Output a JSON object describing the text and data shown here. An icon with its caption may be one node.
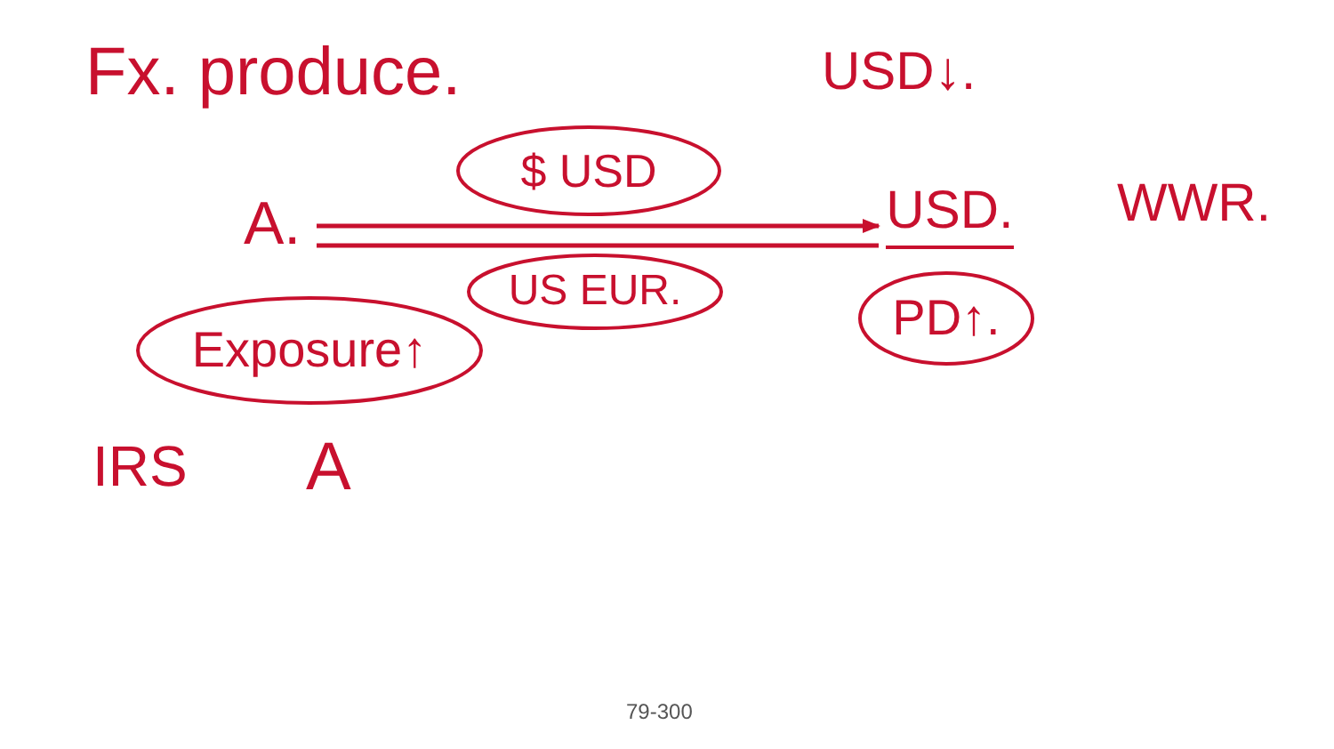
{
  "diagram": {
    "nodes": [
      {
        "text": [
          "A."
        ]
      },
      {
        "text": [
          "USD."
        ]
      },
      {
        "text": [
          "$ USD"
        ]
      },
      {
        "text": [
          "US EUR."
        ]
      },
      {
        "text": [
          "PD↑."
        ]
      },
      {
        "text": [
          "Exposure↑"
        ]
      }
    ],
    "edges": [
      {
        "from": 0,
        "to": 1,
        "arrow": "to"
      },
      {
        "from": 0,
        "to": 1,
        "arrow": "none"
      }
    ],
    "labels": [
      "Fx. produce.",
      "USD↓.",
      "WWR.",
      "IRS",
      "A",
      "79-300"
    ]
  }
}
